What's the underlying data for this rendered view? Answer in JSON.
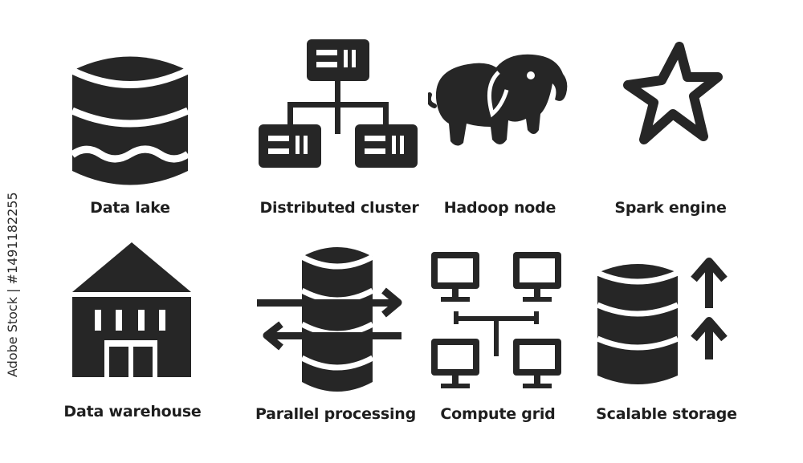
{
  "colors": {
    "icon": "#262626",
    "background": "#ffffff",
    "text": "#1e1e1e"
  },
  "icons": [
    {
      "id": "data-lake",
      "label": "Data lake",
      "icon": "database-wave-icon"
    },
    {
      "id": "distributed-cluster",
      "label": "Distributed cluster",
      "icon": "server-tree-icon"
    },
    {
      "id": "hadoop-node",
      "label": "Hadoop node",
      "icon": "elephant-icon"
    },
    {
      "id": "spark-engine",
      "label": "Spark engine",
      "icon": "star-icon"
    },
    {
      "id": "data-warehouse",
      "label": "Data warehouse",
      "icon": "warehouse-icon"
    },
    {
      "id": "parallel-processing",
      "label": "Parallel processing",
      "icon": "database-arrows-icon"
    },
    {
      "id": "compute-grid",
      "label": "Compute grid",
      "icon": "computer-network-icon"
    },
    {
      "id": "scalable-storage",
      "label": "Scalable storage",
      "icon": "database-up-arrows-icon"
    }
  ],
  "watermark": {
    "stock_id": "Adobe Stock | #1491182255"
  }
}
